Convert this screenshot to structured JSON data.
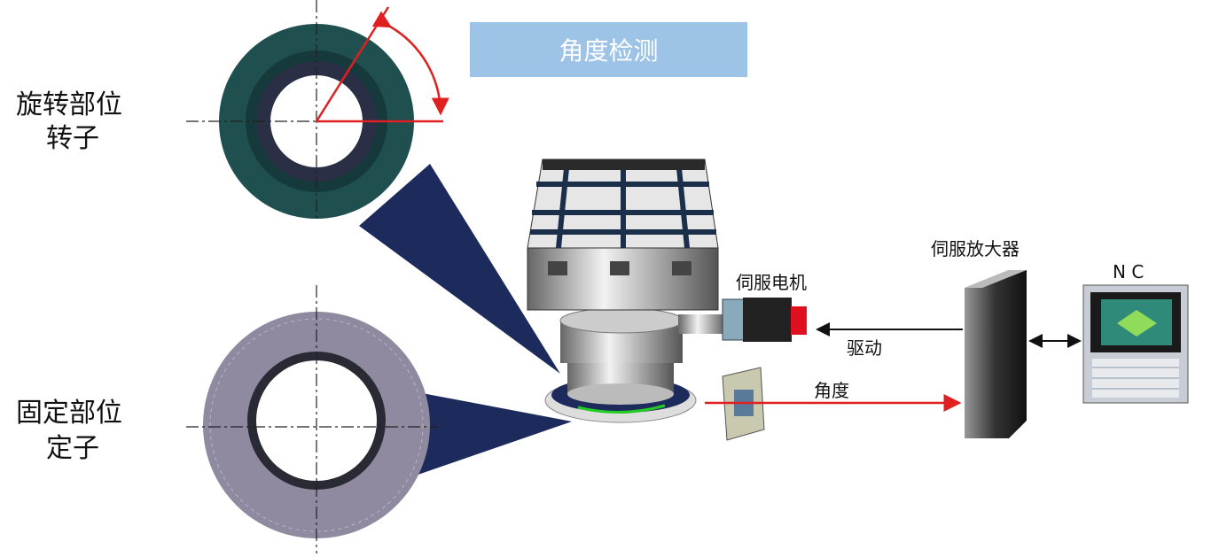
{
  "title": "角度检测",
  "rotor": {
    "line1": "旋转部位",
    "line2": "转子"
  },
  "stator": {
    "line1": "固定部位",
    "line2": "定子"
  },
  "servo_motor": "伺服电机",
  "drive": "驱动",
  "angle": "角度",
  "servo_amplifier": "伺服放大器",
  "nc": "N C",
  "colors": {
    "title_bg": "#9dc3e6",
    "signal_red": "#e02020",
    "navy": "#1c2a5c",
    "rotor": "#1f4f4f",
    "stator": "#8f8aa0"
  }
}
